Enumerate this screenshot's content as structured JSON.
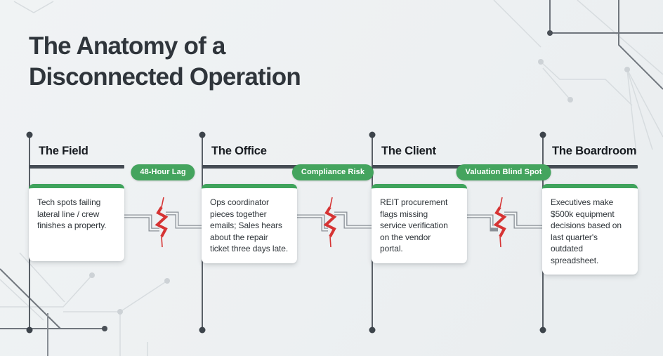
{
  "title": "The Anatomy of a\nDisconnected Operation",
  "columns": [
    {
      "heading": "The Field",
      "card": "Tech spots failing\nlateral line / crew\nfinishes a property."
    },
    {
      "heading": "The Office",
      "card": "Ops coordinator\npieces together\nemails; Sales hears\nabout the repair\nticket three days late."
    },
    {
      "heading": "The Client",
      "card": "REIT procurement\nflags missing\nservice verification\non the vendor\nportal."
    },
    {
      "heading": "The Boardroom",
      "card": "Executives make\n$500k equipment\ndecisions based on\nlast quarter's outdated\nspreadsheet."
    }
  ],
  "badges": [
    {
      "label": "48-Hour Lag"
    },
    {
      "label": "Compliance Risk"
    },
    {
      "label": "Valuation Blind Spot"
    }
  ],
  "icons": [
    {
      "name": "break-lightning-icon",
      "meaning": "broken connection between stages"
    },
    {
      "name": "timeline-node-dot",
      "meaning": "stage timeline endpoint"
    }
  ],
  "colors": {
    "background": "#eef1f2",
    "title_text": "#2f353b",
    "heading_text": "#181c21",
    "divider_bar": "#454c54",
    "accent_green": "#3fa35c",
    "badge_green": "#44a45e",
    "card_text": "#2f353a",
    "connector_gray": "#8b9198",
    "break_red": "#d63434",
    "node_dark": "#3d444b"
  }
}
